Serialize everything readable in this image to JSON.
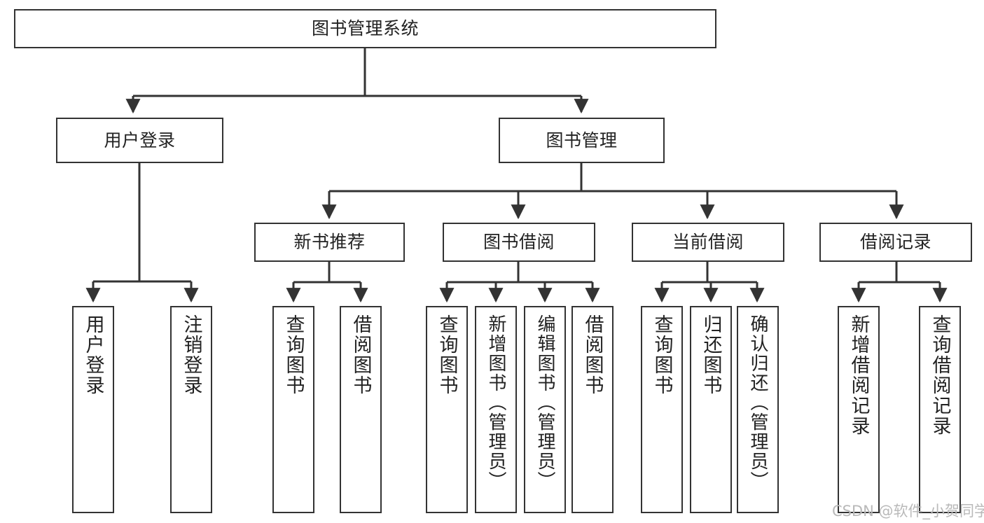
{
  "diagram": {
    "title": "图书管理系统",
    "type": "tree-hierarchy",
    "root": {
      "id": "root",
      "label": "图书管理系统"
    },
    "level2": [
      {
        "id": "user-login",
        "label": "用户登录"
      },
      {
        "id": "book-management",
        "label": "图书管理"
      }
    ],
    "level3": [
      {
        "id": "new-book-recommend",
        "label": "新书推荐",
        "parent": "book-management"
      },
      {
        "id": "book-borrow",
        "label": "图书借阅",
        "parent": "book-management"
      },
      {
        "id": "current-borrow",
        "label": "当前借阅",
        "parent": "book-management"
      },
      {
        "id": "borrow-record",
        "label": "借阅记录",
        "parent": "book-management"
      }
    ],
    "leaves": [
      {
        "id": "leaf-user-login",
        "label": "用户登录",
        "parent": "user-login"
      },
      {
        "id": "leaf-logout",
        "label": "注销登录",
        "parent": "user-login"
      },
      {
        "id": "leaf-query-book-rec",
        "label": "查询图书",
        "parent": "new-book-recommend"
      },
      {
        "id": "leaf-borrow-book-rec",
        "label": "借阅图书",
        "parent": "new-book-recommend"
      },
      {
        "id": "leaf-query-book-borrow",
        "label": "查询图书",
        "parent": "book-borrow"
      },
      {
        "id": "leaf-add-book",
        "label": "新增图书（管理员）",
        "parent": "book-borrow"
      },
      {
        "id": "leaf-edit-book",
        "label": "编辑图书（管理员）",
        "parent": "book-borrow"
      },
      {
        "id": "leaf-borrow-book",
        "label": "借阅图书",
        "parent": "book-borrow"
      },
      {
        "id": "leaf-query-book-current",
        "label": "查询图书",
        "parent": "current-borrow"
      },
      {
        "id": "leaf-return-book",
        "label": "归还图书",
        "parent": "current-borrow"
      },
      {
        "id": "leaf-confirm-return",
        "label": "确认归还（管理员）",
        "parent": "current-borrow"
      },
      {
        "id": "leaf-add-record",
        "label": "新增借阅记录",
        "parent": "borrow-record"
      },
      {
        "id": "leaf-query-record",
        "label": "查询借阅记录",
        "parent": "borrow-record"
      }
    ]
  },
  "watermark": {
    "text": "CSDN @软件_小贺同学"
  },
  "colors": {
    "stroke": "#333333",
    "background": "#ffffff",
    "text": "#222222",
    "watermark": "#b9b9b9"
  }
}
